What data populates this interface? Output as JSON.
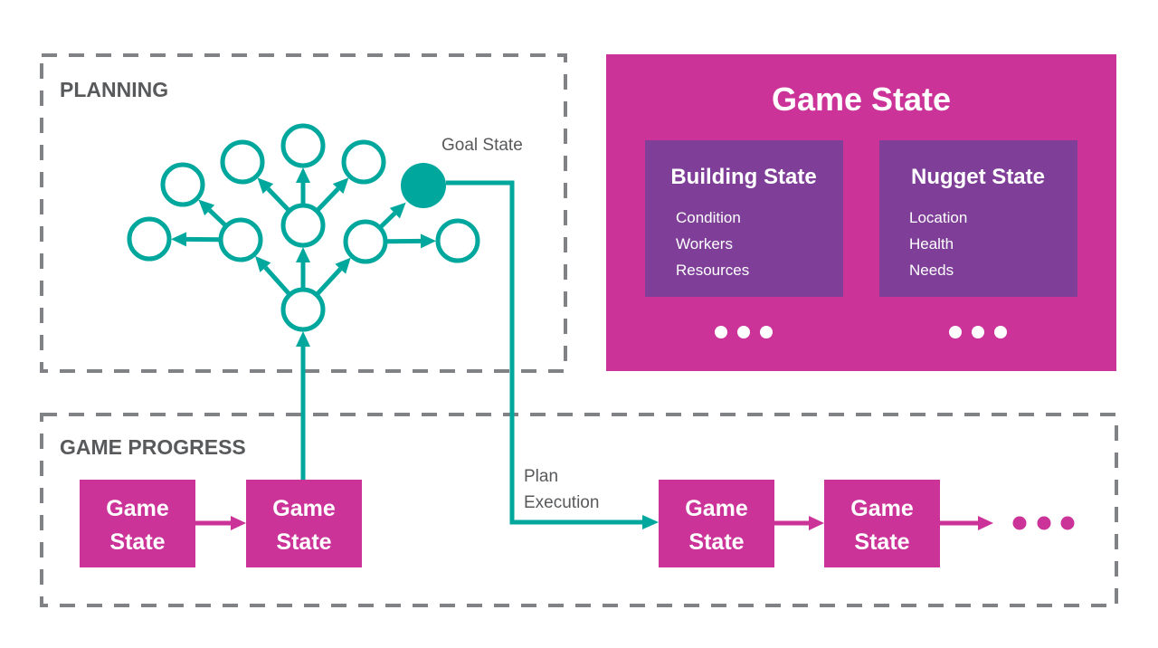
{
  "colors": {
    "magenta": "#cc3399",
    "purple": "#7f3f98",
    "teal": "#00a79d",
    "gray_text": "#58595b",
    "dash": "#808285",
    "white": "#ffffff"
  },
  "planning": {
    "title": "PLANNING",
    "goal_label": "Goal State",
    "tree": {
      "nodes": [
        {
          "id": "root",
          "goal": false
        },
        {
          "id": "left-mid",
          "goal": false
        },
        {
          "id": "center",
          "goal": false
        },
        {
          "id": "right-mid",
          "goal": false
        },
        {
          "id": "far-left",
          "goal": false
        },
        {
          "id": "upper-left",
          "goal": false
        },
        {
          "id": "upper",
          "goal": false
        },
        {
          "id": "top-center",
          "goal": false
        },
        {
          "id": "upper-right",
          "goal": false
        },
        {
          "id": "goal",
          "goal": true
        },
        {
          "id": "far-right",
          "goal": false
        }
      ],
      "edges": [
        [
          "root",
          "left-mid"
        ],
        [
          "root",
          "center"
        ],
        [
          "root",
          "right-mid"
        ],
        [
          "left-mid",
          "far-left"
        ],
        [
          "left-mid",
          "upper-left"
        ],
        [
          "center",
          "upper"
        ],
        [
          "center",
          "top-center"
        ],
        [
          "center",
          "upper-right"
        ],
        [
          "right-mid",
          "goal"
        ],
        [
          "right-mid",
          "far-right"
        ]
      ]
    }
  },
  "game_state_panel": {
    "title": "Game State",
    "substates": [
      {
        "title": "Building State",
        "items": [
          "Condition",
          "Workers",
          "Resources"
        ]
      },
      {
        "title": "Nugget State",
        "items": [
          "Location",
          "Health",
          "Needs"
        ]
      }
    ],
    "more_indicator": "ellipsis"
  },
  "game_progress": {
    "title": "GAME PROGRESS",
    "plan_execution_label": [
      "Plan",
      "Execution"
    ],
    "states": [
      {
        "line1": "Game",
        "line2": "State"
      },
      {
        "line1": "Game",
        "line2": "State"
      },
      {
        "line1": "Game",
        "line2": "State"
      },
      {
        "line1": "Game",
        "line2": "State"
      }
    ],
    "more_indicator": "ellipsis"
  }
}
